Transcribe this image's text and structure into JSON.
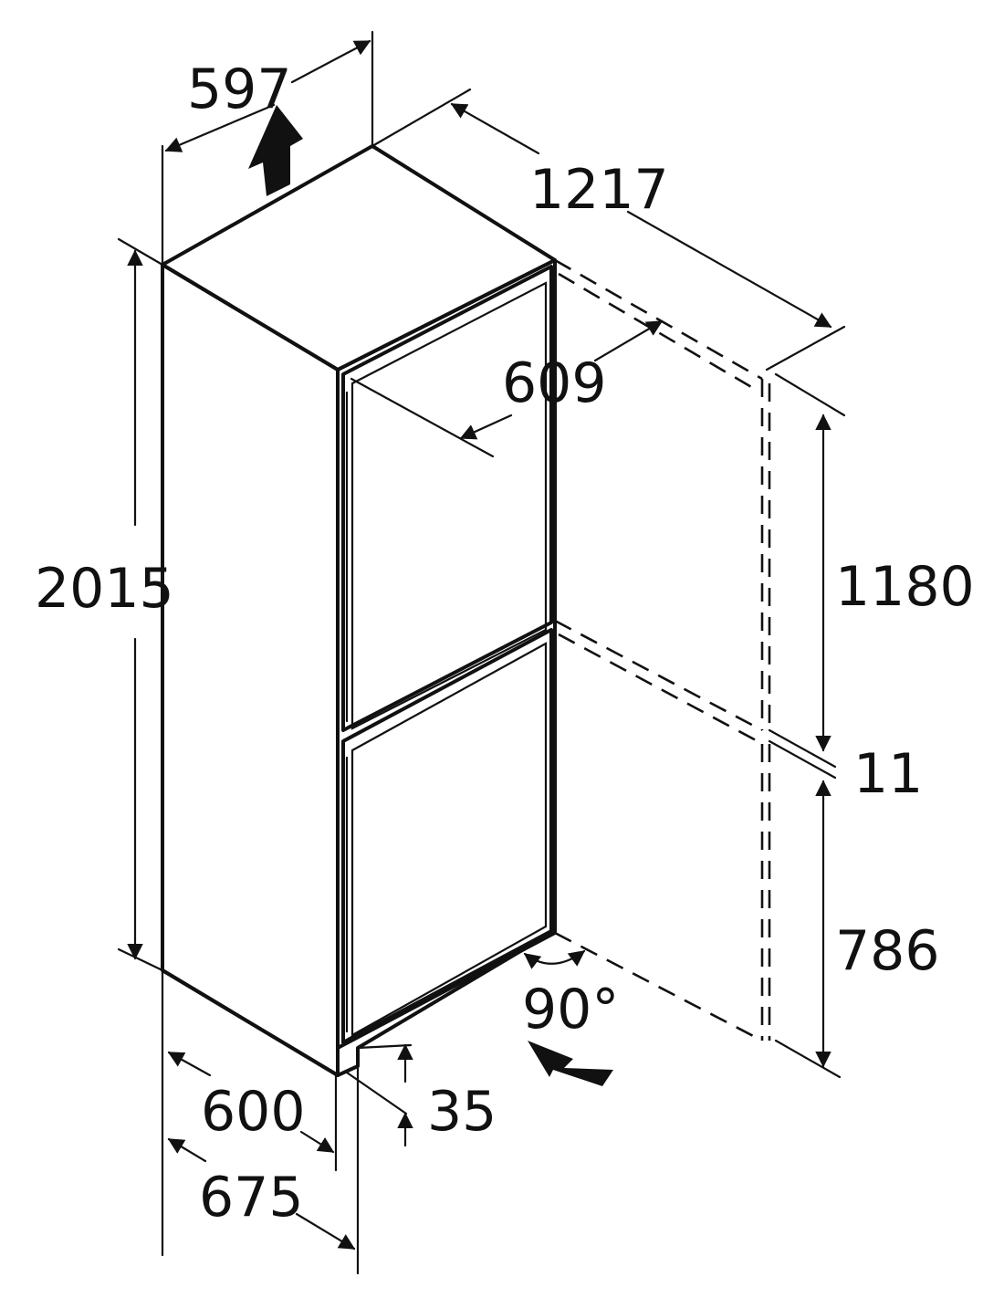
{
  "dimensions": {
    "top_width": "597",
    "opening_depth": "1217",
    "door_depth": "609",
    "height": "2015",
    "upper_door": "1180",
    "gap": "11",
    "lower_door": "786",
    "door_angle": "90°",
    "width": "600",
    "kick_depth": "35",
    "depth": "675"
  },
  "icons": [
    "up-arrow-icon",
    "front-arrow-icon"
  ]
}
